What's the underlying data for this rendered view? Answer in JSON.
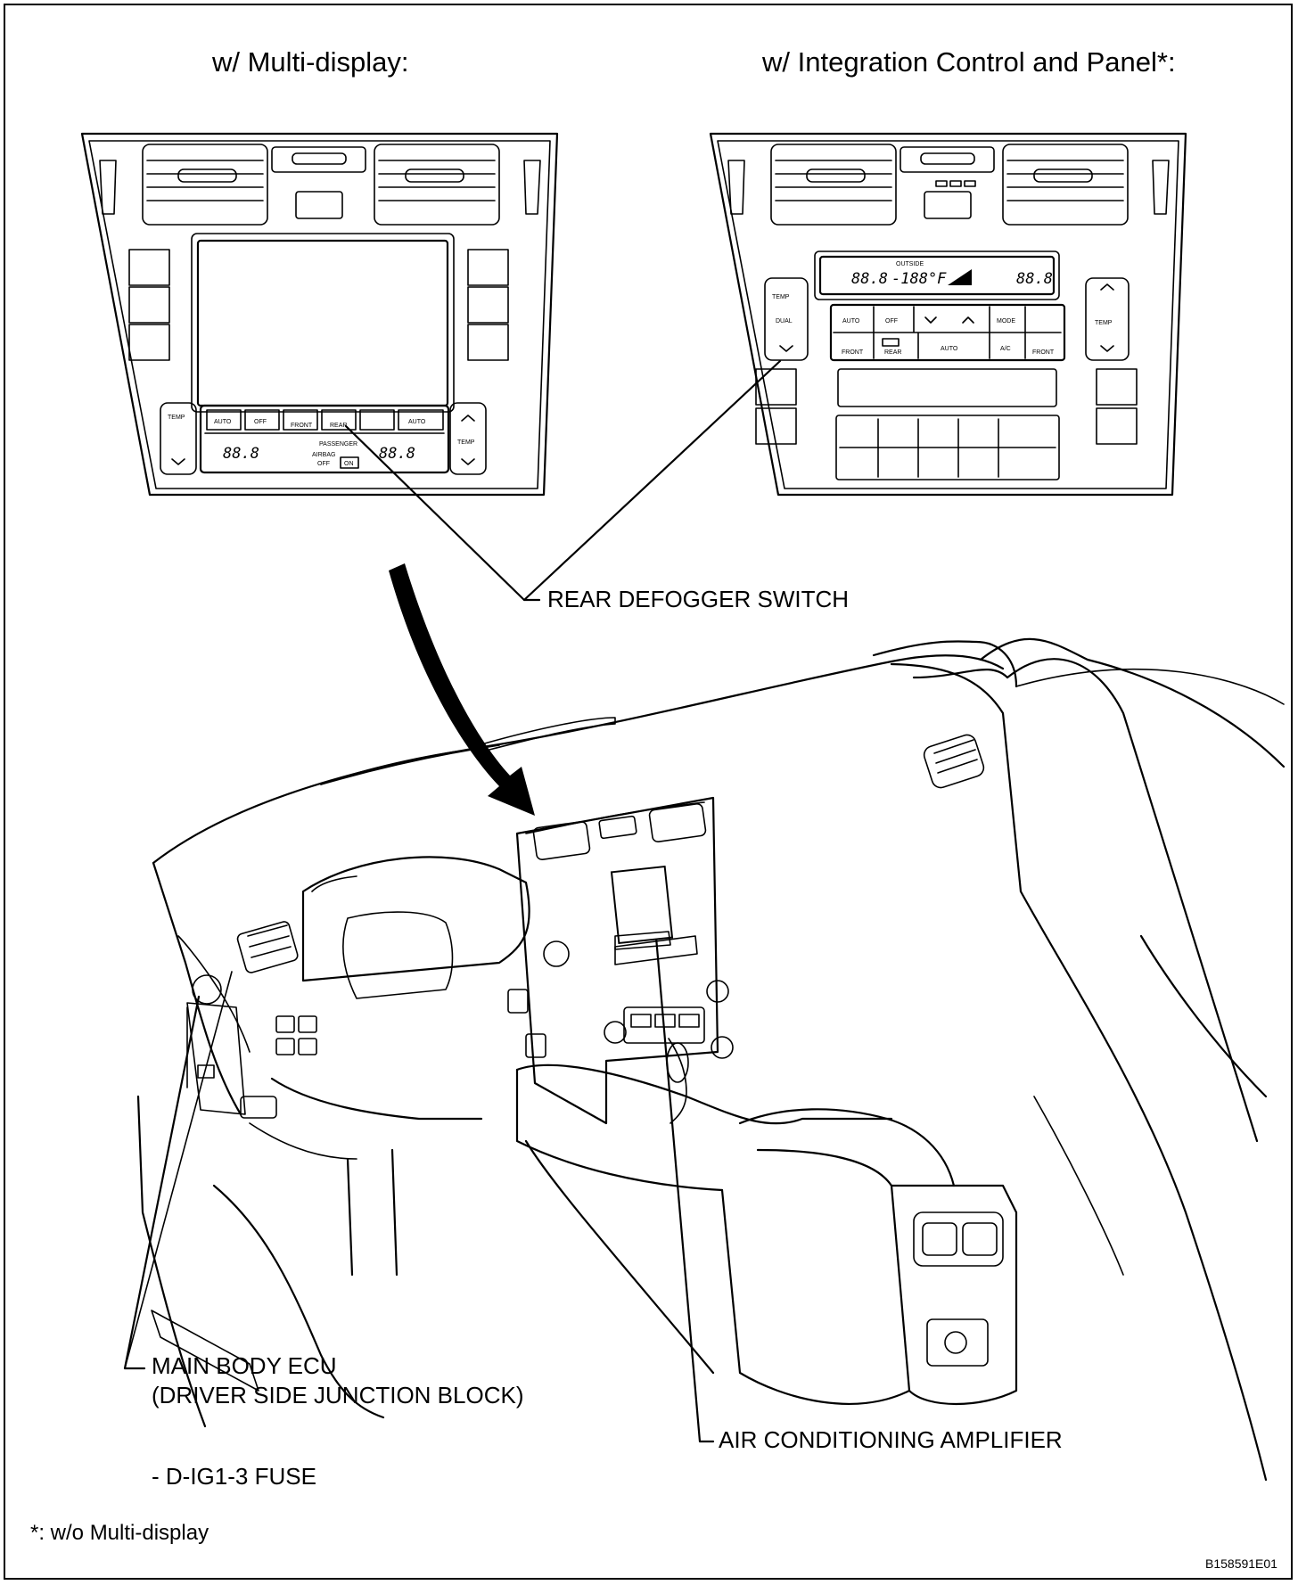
{
  "headings": {
    "left": "w/ Multi-display:",
    "right": "w/ Integration Control and Panel*:"
  },
  "callouts": {
    "rear_defogger_switch": "REAR DEFOGGER SWITCH",
    "main_body_ecu_line1": "MAIN BODY ECU",
    "main_body_ecu_line2": "(DRIVER SIDE JUNCTION BLOCK)",
    "air_conditioning_amplifier": "AIR CONDITIONING AMPLIFIER",
    "fuse": "- D-IG1-3 FUSE"
  },
  "footnote": "*: w/o Multi-display",
  "figure_code": "B158591E01",
  "left_panel": {
    "buttons": [
      "AUTO",
      "OFF",
      "FRONT",
      "REAR",
      "AUTO"
    ],
    "temp_left": "TEMP",
    "temp_right": "TEMP",
    "lcd_left": "88.8",
    "lcd_right": "88.8",
    "passenger_label": "PASSENGER",
    "airbag_label": "AIRBAG",
    "off_label": "OFF",
    "on_label": "ON"
  },
  "right_panel": {
    "lcd_left": "88.8",
    "lcd_outside": "-188°F",
    "lcd_right": "88.8",
    "outside_label": "OUTSIDE",
    "dual_label": "DUAL",
    "temp_left": "TEMP",
    "temp_right": "TEMP",
    "row1": [
      "AUTO",
      "OFF",
      "MODE"
    ],
    "row2": [
      "FRONT",
      "REAR",
      "AUTO",
      "A/C",
      "FRONT"
    ]
  }
}
